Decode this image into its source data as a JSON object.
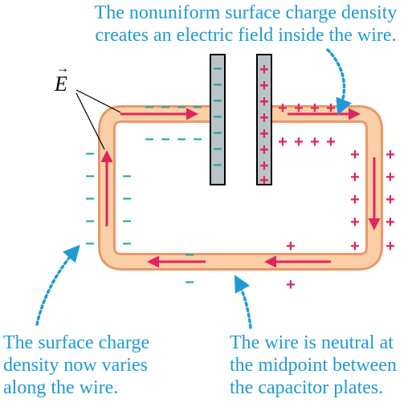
{
  "callouts": {
    "top": [
      "The nonuniform surface charge density",
      "creates an electric field inside the wire."
    ],
    "left": [
      "The surface charge",
      "density now varies",
      "along the wire."
    ],
    "right": [
      "The wire is neutral at",
      "the midpoint between",
      "the capacitor plates."
    ]
  },
  "field_label": "E",
  "field_vector_mark": "→",
  "charge_symbols": {
    "negative": "–",
    "positive": "+"
  },
  "colors": {
    "callout_text": "#1f9ad6",
    "wire_fill": "#fbcfa6",
    "wire_edge": "#e8986a",
    "field_arrow": "#e0245e",
    "negative_charge": "#1aa39a",
    "positive_charge": "#e0245e",
    "capacitor_plate": "#b9c4c7"
  }
}
